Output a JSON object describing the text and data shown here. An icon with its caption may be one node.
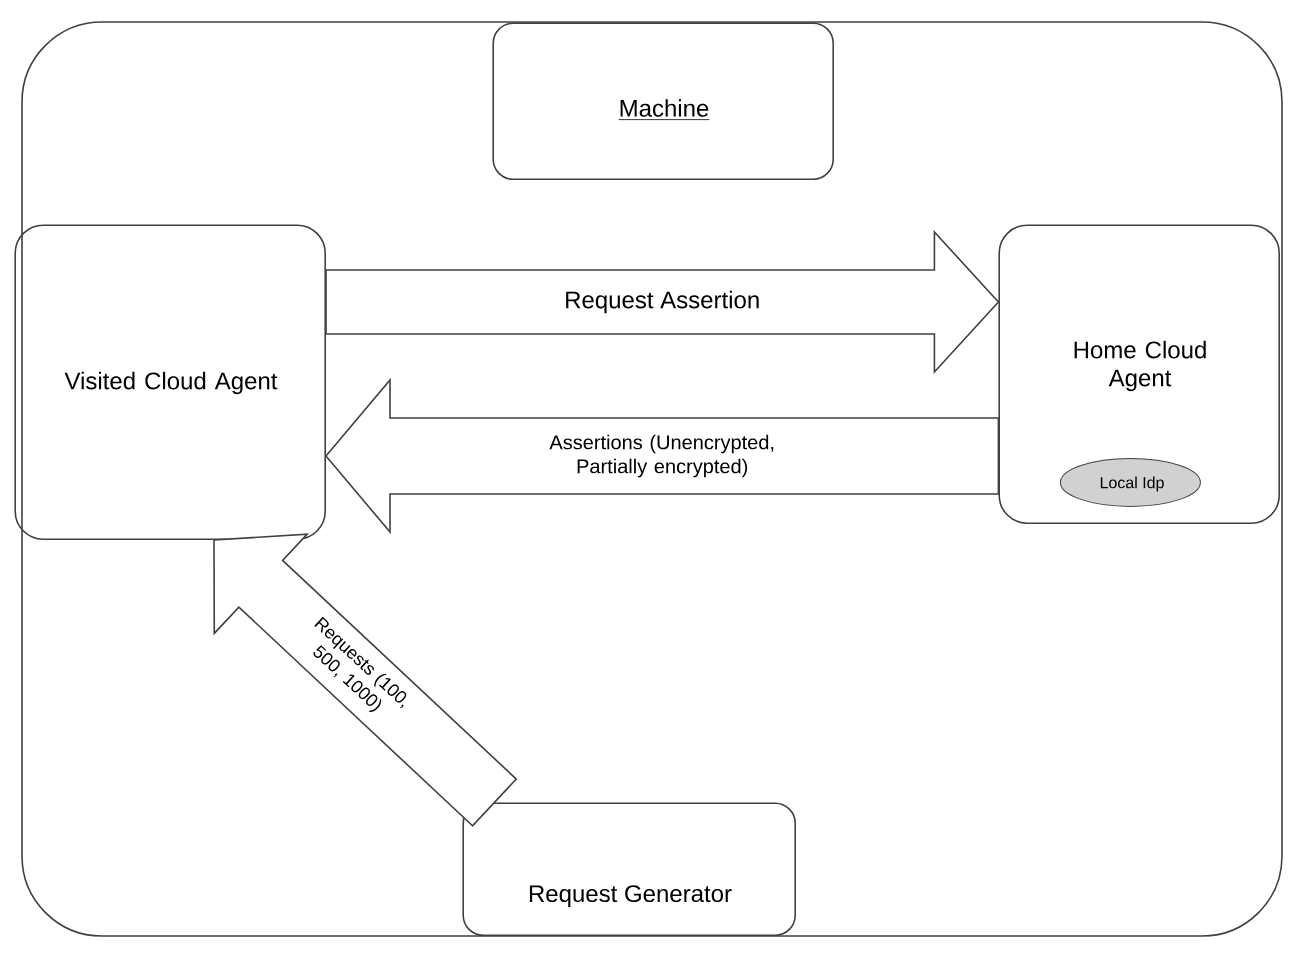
{
  "diagram": {
    "nodes": [
      {
        "text": [],
        "shape": "box"
      },
      {
        "text": [
          "Machine"
        ],
        "in": 0
      },
      {
        "text": [
          "Visited Cloud Agent"
        ],
        "in": 0
      },
      {
        "text": [
          "Home Cloud Agent"
        ],
        "in": 0
      },
      {
        "text": [
          "Local Idp"
        ],
        "in": 3
      },
      {
        "text": [
          "Request Generator"
        ],
        "in": 0
      }
    ],
    "edges": [
      {
        "from": 2,
        "to": 3,
        "arrow": "to",
        "label": "Request Assertion"
      },
      {
        "from": 3,
        "to": 2,
        "arrow": "to",
        "label": "Assertions (Unencrypted, Partially encrypted)"
      },
      {
        "from": 5,
        "to": 2,
        "arrow": "to",
        "label": "Requests (100, 500, 1000)"
      }
    ]
  }
}
